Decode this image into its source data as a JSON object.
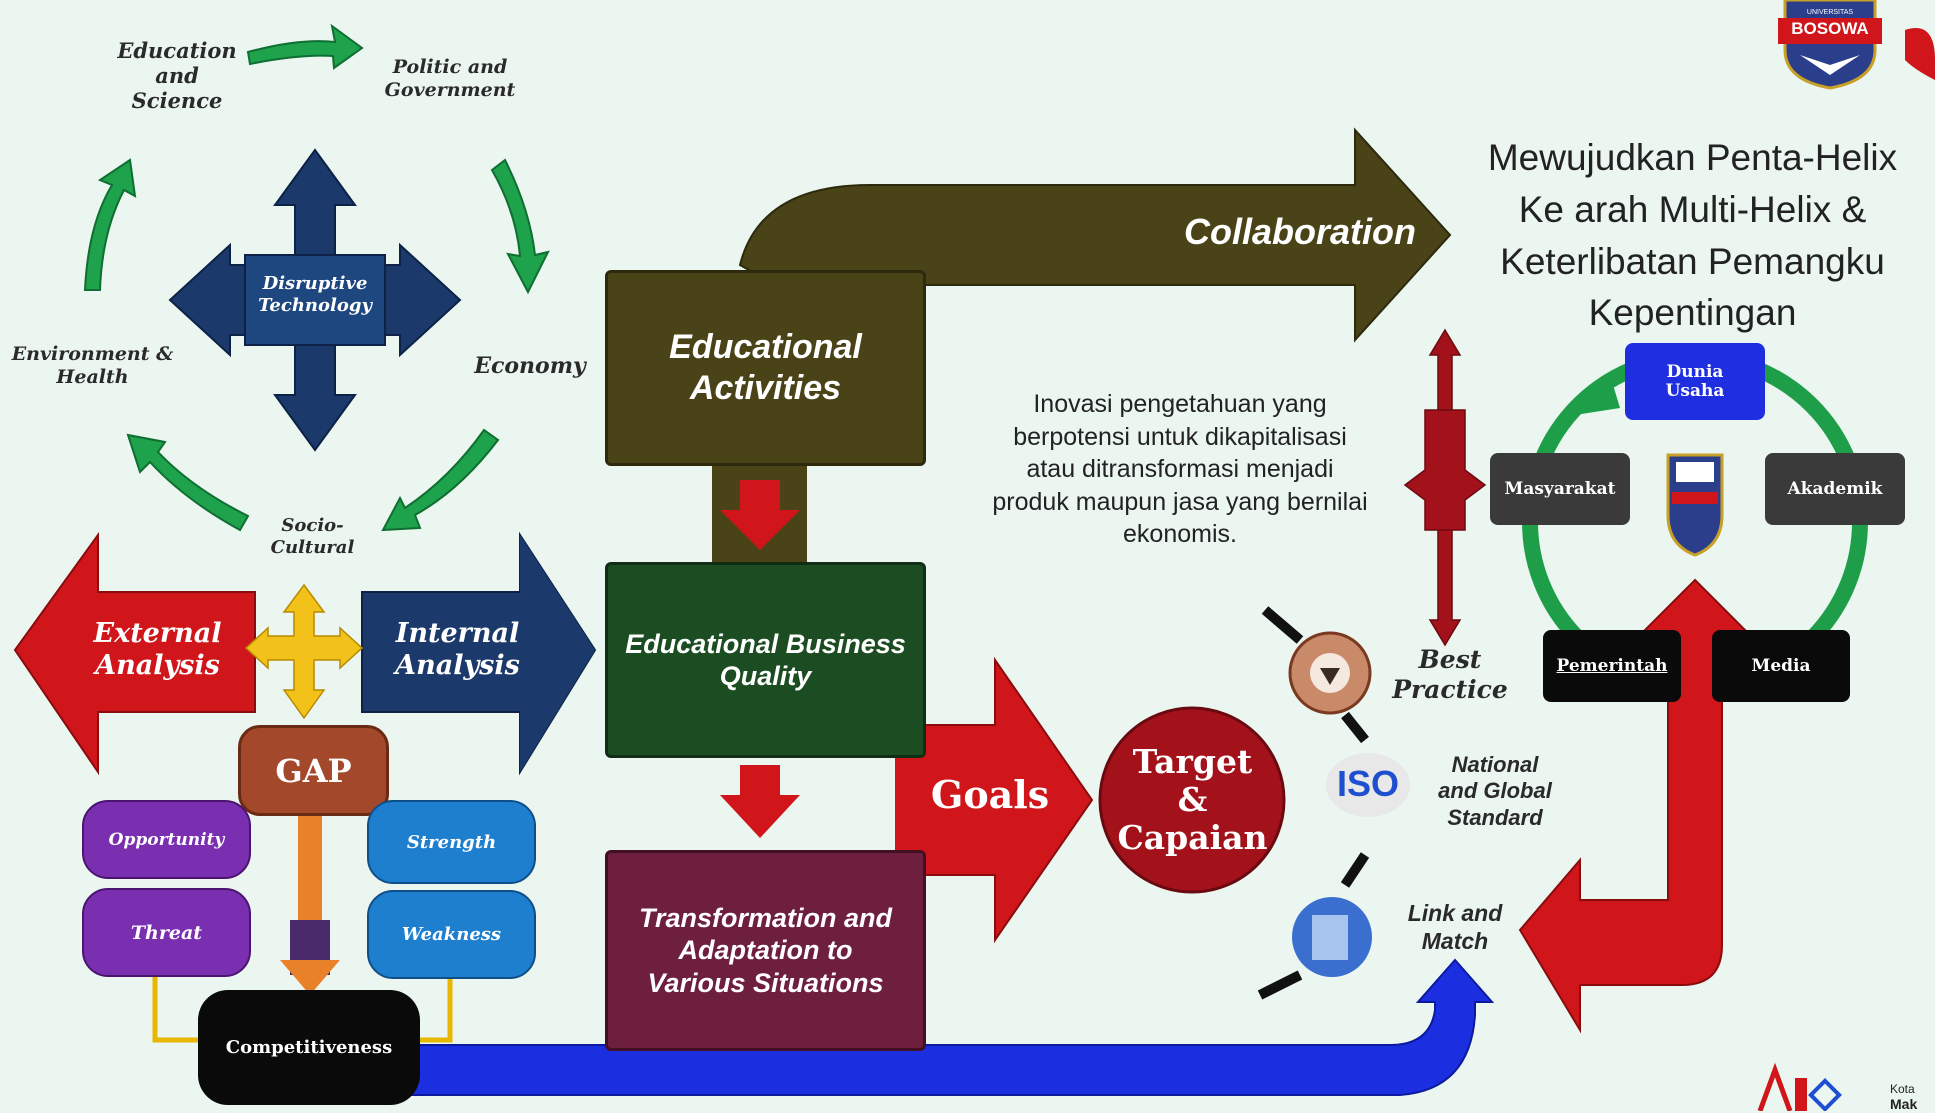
{
  "cycle": {
    "education_science": "Education\nand\nScience",
    "politic_government": "Politic and\nGovernment",
    "economy": "Economy",
    "socio_cultural": "Socio-\nCultural",
    "environment_health": "Environment &\nHealth",
    "center": "Disruptive\nTechnology"
  },
  "analysis": {
    "external": "External\nAnalysis",
    "internal": "Internal\nAnalysis",
    "gap": "GAP",
    "opportunity": "Opportunity",
    "threat": "Threat",
    "strength": "Strength",
    "weakness": "Weakness",
    "competitiveness": "Competitiveness"
  },
  "flow": {
    "educational_activities": "Educational\nActivities",
    "business_quality": "Educational Business\nQuality",
    "transformation": "Transformation and\nAdaptation to\nVarious Situations",
    "collaboration": "Collaboration",
    "goals": "Goals",
    "target": "Target\n&\nCapaian"
  },
  "innovation_text": "Inovasi pengetahuan yang\nberpotensi untuk dikapitalisasi\natau ditransformasi menjadi\nproduk maupun jasa yang bernilai\nekonomis.",
  "standards": {
    "best_practice": "Best\nPractice",
    "national_global": "National\nand Global\nStandard",
    "link_match": "Link and\nMatch",
    "iso": "ISO"
  },
  "helix": {
    "heading": "Mewujudkan Penta-Helix\nKe arah Multi-Helix &\nKeterlibatan Pemangku\nKepentingan",
    "dunia_usaha": "Dunia\nUsaha",
    "masyarakat": "Masyarakat",
    "akademik": "Akademik",
    "pemerintah": "Pemerintah",
    "media": "Media"
  },
  "logos": {
    "university_small": "UNIVERSITAS",
    "university_name": "BOSOWA",
    "corner_kota": "Kota",
    "corner_mak": "Mak"
  },
  "colors": {
    "bg": "#eaf6ef",
    "green_arrow": "#1f9e4a",
    "navy": "#1b3a6b",
    "red": "#d0161b",
    "olive": "#4a4318",
    "dark_green": "#1c4d22",
    "maroon": "#6e1f3e",
    "purple": "#7a2fb0",
    "blue_pill": "#1f7fcf",
    "gap_brown": "#a3482a"
  }
}
